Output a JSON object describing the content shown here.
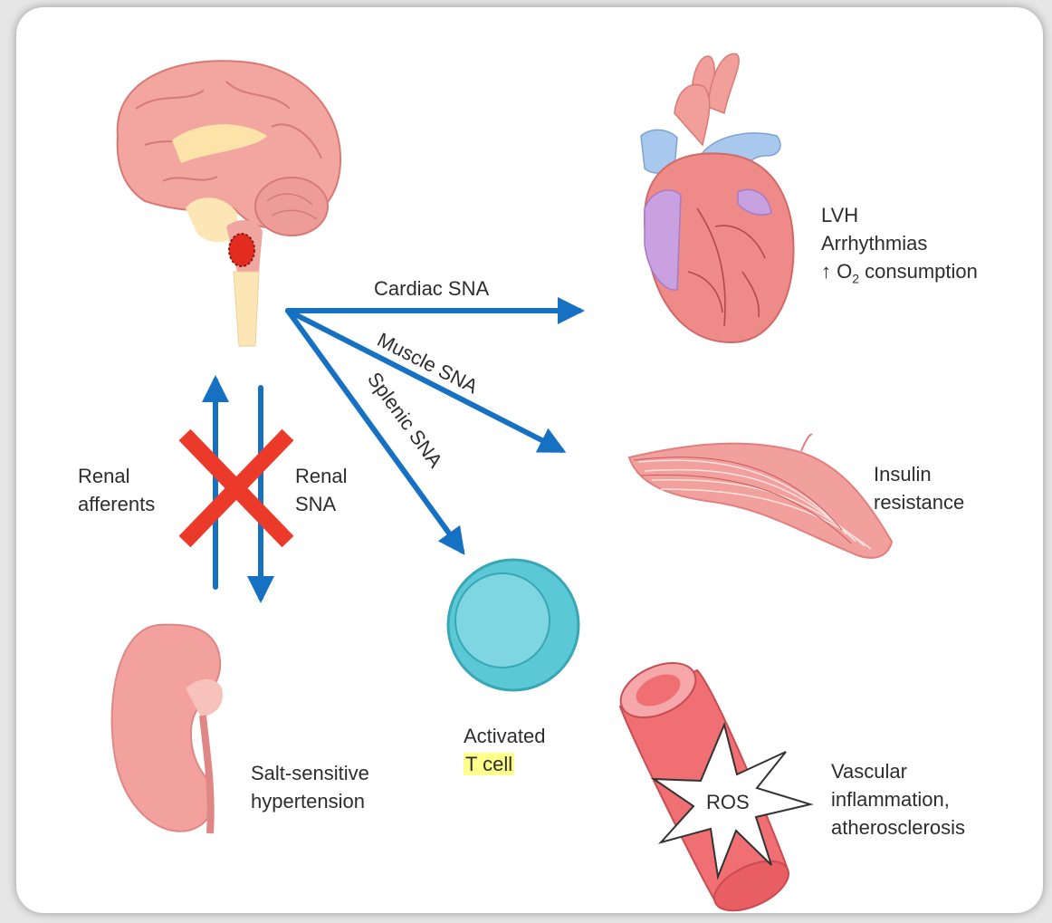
{
  "labels": {
    "cardiac_sna": "Cardiac SNA",
    "muscle_sna": "Muscle SNA",
    "splenic_sna": "Splenic SNA",
    "renal_afferents": [
      "Renal",
      "afferents"
    ],
    "renal_sna": [
      "Renal",
      "SNA"
    ]
  },
  "outcomes": {
    "heart": [
      "LVH",
      "Arrhythmias"
    ],
    "heart_o2_prefix": "↑ O",
    "heart_o2_sub": "2",
    "heart_o2_suffix": " consumption",
    "muscle": [
      "Insulin",
      "resistance"
    ],
    "tcell": [
      "Activated",
      "T cell"
    ],
    "kidney": [
      "Salt-sensitive",
      "hypertension"
    ],
    "vessel": [
      "Vascular",
      "inflammation,",
      "atherosclerosis"
    ],
    "ros": "ROS"
  },
  "colors": {
    "arrow": "#1671c2",
    "cross": "#ec3a2a",
    "tissue": "#ef8f8f",
    "tcell": "#56c8d6",
    "vein": "#a9c8ee",
    "highlight": "#ffff8c"
  }
}
